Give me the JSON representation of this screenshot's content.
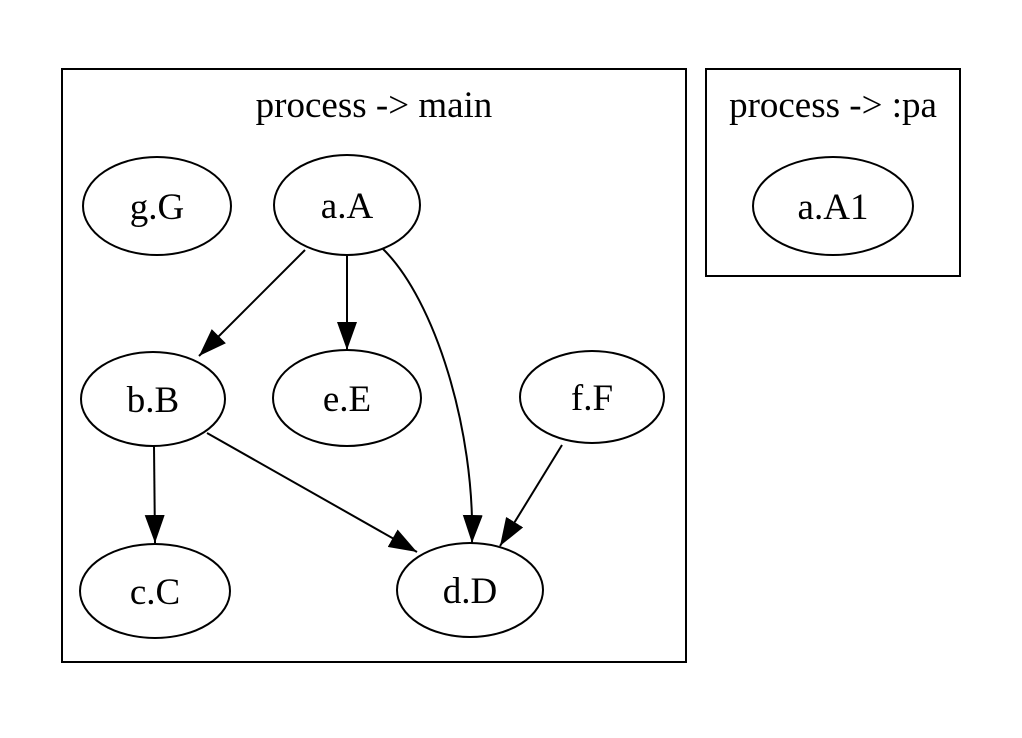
{
  "diagram": {
    "kind": "directed-graph",
    "background": "#ffffff",
    "line_color": "#000000",
    "text_color": "#000000",
    "clusters": [
      {
        "title": "process -> main",
        "nodes": [
          "g.G",
          "a.A",
          "b.B",
          "e.E",
          "f.F",
          "c.C",
          "d.D"
        ]
      },
      {
        "title": "process -> :pa",
        "nodes": [
          "a.A1"
        ]
      }
    ],
    "nodes": [
      {
        "label": "g.G"
      },
      {
        "label": "a.A"
      },
      {
        "label": "b.B"
      },
      {
        "label": "e.E"
      },
      {
        "label": "f.F"
      },
      {
        "label": "c.C"
      },
      {
        "label": "d.D"
      },
      {
        "label": "a.A1"
      }
    ],
    "edges": [
      {
        "from": "a.A",
        "to": "b.B"
      },
      {
        "from": "a.A",
        "to": "e.E"
      },
      {
        "from": "a.A",
        "to": "d.D"
      },
      {
        "from": "b.B",
        "to": "c.C"
      },
      {
        "from": "b.B",
        "to": "d.D"
      },
      {
        "from": "f.F",
        "to": "d.D"
      }
    ]
  }
}
